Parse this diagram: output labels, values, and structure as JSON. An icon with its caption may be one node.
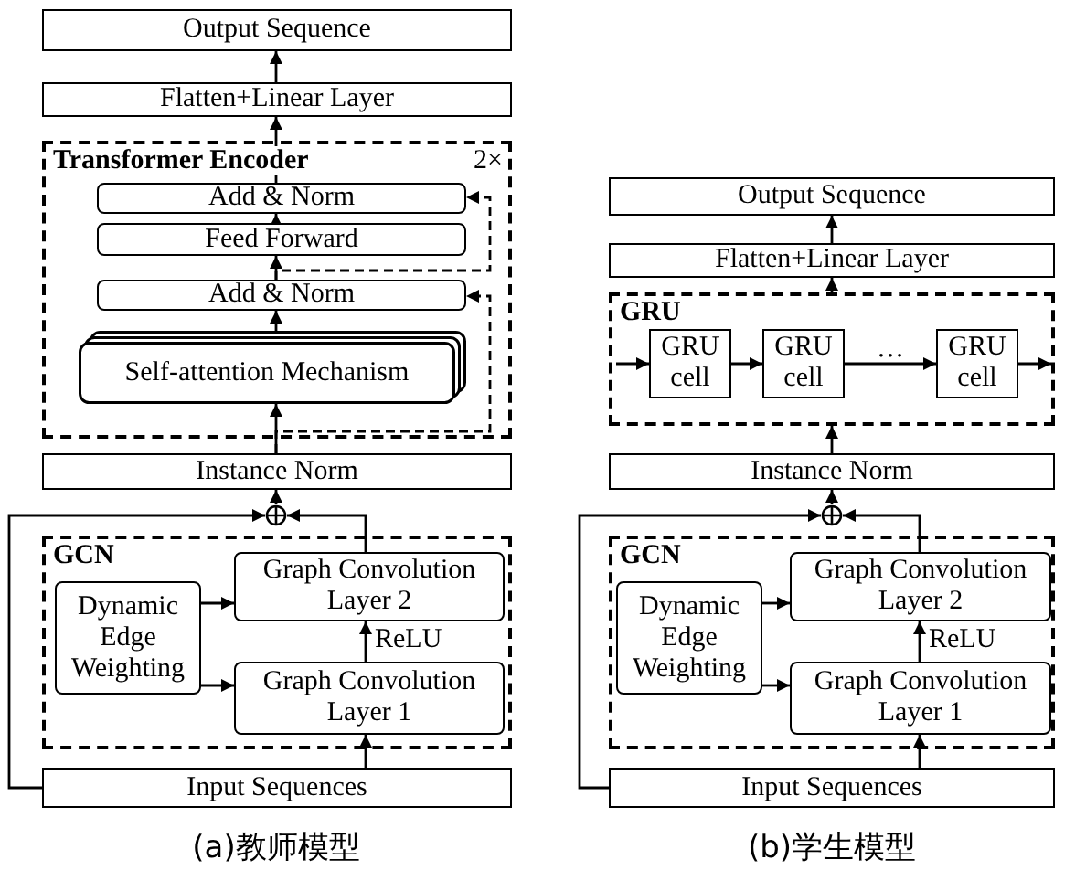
{
  "diagram": {
    "nodes": [
      {
        "text": [
          "Output Sequence"
        ]
      },
      {
        "text": [
          "Flatten+Linear Layer"
        ]
      },
      {
        "text": [
          "Transformer Encoder"
        ],
        "beside": [
          "2×"
        ]
      },
      {
        "text": [
          "Add & Norm"
        ],
        "in": 2
      },
      {
        "text": [
          "Feed Forward"
        ],
        "in": 2
      },
      {
        "text": [
          "Add & Norm"
        ],
        "in": 2
      },
      {
        "text": [
          "Self-attention Mechanism"
        ],
        "in": 2
      },
      {
        "text": [
          "Instance Norm"
        ]
      },
      {
        "text": [],
        "shape": "circle"
      },
      {
        "text": [
          "GCN"
        ]
      },
      {
        "text": [
          "Dynamic Edge Weighting"
        ],
        "in": 9
      },
      {
        "text": [
          "Graph Convolution Layer 2"
        ],
        "in": 9
      },
      {
        "text": [
          "Graph Convolution Layer 1"
        ],
        "in": 9
      },
      {
        "text": [
          "Input Sequences"
        ]
      },
      {
        "text": [
          "Output Sequence"
        ]
      },
      {
        "text": [
          "Flatten+Linear Layer"
        ]
      },
      {
        "text": [
          "GRU"
        ]
      },
      {
        "text": [
          "GRU cell"
        ],
        "in": 16
      },
      {
        "text": [
          "GRU cell"
        ],
        "in": 16
      },
      {
        "text": [
          "GRU cell"
        ],
        "in": 16
      },
      {
        "text": [
          "Instance Norm"
        ]
      },
      {
        "text": [],
        "shape": "circle"
      },
      {
        "text": [
          "GCN"
        ]
      },
      {
        "text": [
          "Dynamic Edge Weighting"
        ],
        "in": 22
      },
      {
        "text": [
          "Graph Convolution Layer 2"
        ],
        "in": 22
      },
      {
        "text": [
          "Graph Convolution Layer 1"
        ],
        "in": 22
      },
      {
        "text": [
          "Input Sequences"
        ]
      }
    ],
    "edges": [
      {
        "from": 1,
        "to": 0,
        "arrow": "to"
      },
      {
        "from": 3,
        "to": 1,
        "arrow": "to"
      },
      {
        "from": 4,
        "to": 3,
        "arrow": "to"
      },
      {
        "from": 5,
        "to": 4,
        "arrow": "to"
      },
      {
        "from": 6,
        "to": 5,
        "arrow": "to"
      },
      {
        "from": 7,
        "to": 6,
        "arrow": "to"
      },
      {
        "from": 5,
        "to": 3,
        "arrow": "to",
        "style": "dashed"
      },
      {
        "from": 7,
        "to": 5,
        "arrow": "to",
        "style": "dashed"
      },
      {
        "from": 8,
        "to": 7,
        "arrow": "to"
      },
      {
        "from": 13,
        "to": 8,
        "arrow": "to"
      },
      {
        "from": 11,
        "to": 8,
        "arrow": "to"
      },
      {
        "from": 13,
        "to": 12,
        "arrow": "to"
      },
      {
        "from": 12,
        "to": 11,
        "arrow": "to",
        "label": "ReLU"
      },
      {
        "from": 10,
        "to": 11,
        "arrow": "to"
      },
      {
        "from": 10,
        "to": 12,
        "arrow": "to"
      },
      {
        "from": 15,
        "to": 14,
        "arrow": "to"
      },
      {
        "from": 16,
        "to": 15,
        "arrow": "to"
      },
      {
        "from": 20,
        "to": 16,
        "arrow": "to"
      },
      {
        "from": null,
        "to": 17,
        "arrow": "to"
      },
      {
        "from": 17,
        "to": 18,
        "arrow": "to"
      },
      {
        "from": 18,
        "to": 19,
        "arrow": "to",
        "label": "…"
      },
      {
        "from": 19,
        "to": null,
        "arrow": "to"
      },
      {
        "from": 21,
        "to": 20,
        "arrow": "to"
      },
      {
        "from": 26,
        "to": 21,
        "arrow": "to"
      },
      {
        "from": 24,
        "to": 21,
        "arrow": "to"
      },
      {
        "from": 26,
        "to": 25,
        "arrow": "to"
      },
      {
        "from": 25,
        "to": 24,
        "arrow": "to",
        "label": "ReLU"
      },
      {
        "from": 23,
        "to": 24,
        "arrow": "to"
      },
      {
        "from": 23,
        "to": 25,
        "arrow": "to"
      }
    ],
    "labels": [
      "(a)教师模型",
      "(b)学生模型"
    ]
  }
}
